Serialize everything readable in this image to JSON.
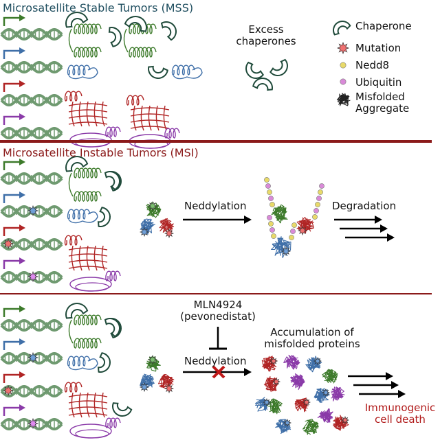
{
  "sections": {
    "mss": {
      "title": "Microsatellite Stable Tumors (MSS)",
      "excess_label": "Excess\nchaperones"
    },
    "msi": {
      "title": "Microsatellite Instable Tumors (MSI)",
      "step1": "Neddylation",
      "step2": "Degradation"
    },
    "drug": {
      "drug_label": "MLN4924\n(pevonedistat)",
      "step": "Neddylation",
      "accumulation_label": "Accumulation of\nmisfolded proteins",
      "outcome": "Immunogenic\ncell death"
    }
  },
  "legend": {
    "items": [
      {
        "label": "Chaperone",
        "icon": "chaperone-icon"
      },
      {
        "label": "Mutation",
        "icon": "mutation-star-icon"
      },
      {
        "label": "Nedd8",
        "icon": "nedd8-dot-icon"
      },
      {
        "label": "Ubiquitin",
        "icon": "ubiquitin-dot-icon"
      },
      {
        "label": "Misfolded\nAggregate",
        "icon": "aggregate-icon"
      }
    ]
  },
  "colors": {
    "dna": "#6f9a70",
    "green": "#3c7a2a",
    "blue": "#3f6fa8",
    "red": "#b02424",
    "purple": "#8a3aa8",
    "chaperone": "#1f4a3a",
    "divider": "#8b1a1a",
    "nedd8": "#e8da6a",
    "ubiquitin": "#d98ad8",
    "outcome": "#b01818"
  }
}
